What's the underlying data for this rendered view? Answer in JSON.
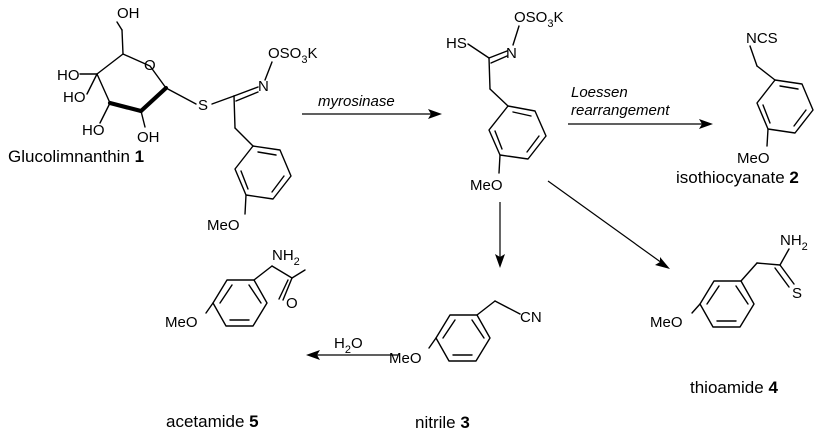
{
  "compounds": {
    "glucolimnanthin": {
      "name": "Glucolimnanthin",
      "number": "1",
      "atoms": {
        "oh_top": "OH",
        "oh_left": "HO",
        "oh_left2": "HO",
        "ho_bottom": "HO",
        "oh_bottom": "OH",
        "ring_o": "O",
        "s": "S",
        "n": "N",
        "meo": "MeO"
      },
      "sulfate": {
        "pre": "OSO",
        "sub": "3",
        "post": "K"
      }
    },
    "intermediate": {
      "atoms": {
        "hs": "HS",
        "n": "N",
        "meo": "MeO"
      },
      "sulfate": {
        "pre": "OSO",
        "sub": "3",
        "post": "K"
      }
    },
    "isothiocyanate": {
      "name": "isothiocyanate",
      "number": "2",
      "atoms": {
        "ncs": "NCS",
        "meo": "MeO"
      }
    },
    "nitrile": {
      "name": "nitrile",
      "number": "3",
      "atoms": {
        "cn": "CN",
        "meo": "MeO"
      }
    },
    "thioamide": {
      "name": "thioamide",
      "number": "4",
      "atoms": {
        "nh2_pre": "NH",
        "nh2_sub": "2",
        "s": "S",
        "meo": "MeO"
      }
    },
    "acetamide": {
      "name": "acetamide",
      "number": "5",
      "atoms": {
        "nh2_pre": "NH",
        "nh2_sub": "2",
        "o": "O",
        "meo": "MeO"
      }
    }
  },
  "conditions": {
    "myrosinase": "myrosinase",
    "loessen_line1": "Loessen",
    "loessen_line2": "rearrangement",
    "water_pre": "H",
    "water_sub": "2",
    "water_post": "O"
  }
}
